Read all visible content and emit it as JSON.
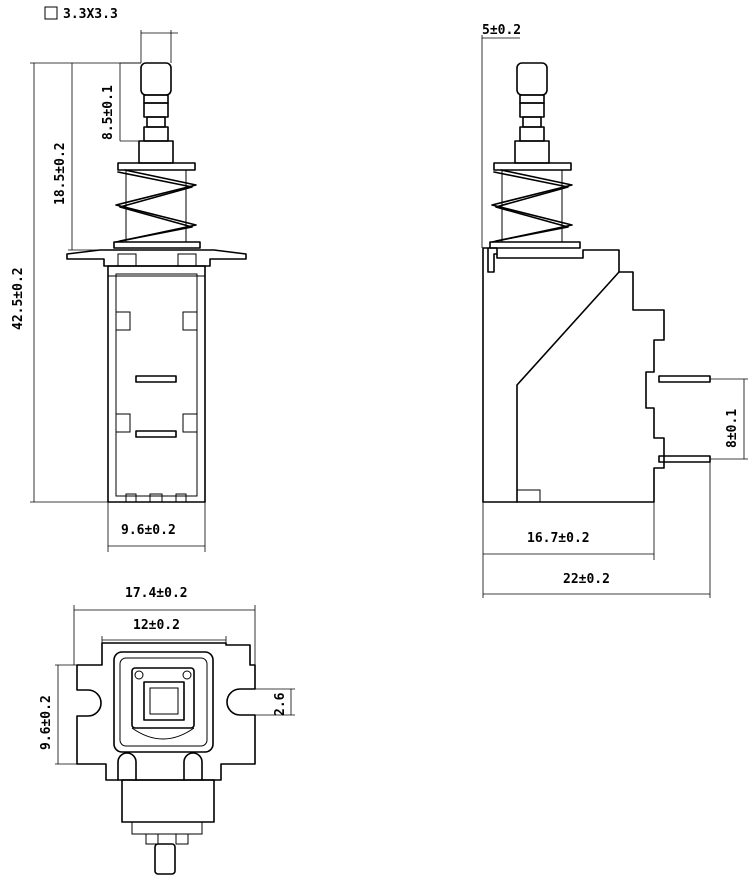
{
  "labels": {
    "pin_square": "3.3X3.3",
    "front_stroke": "8.5±0.1",
    "front_plunger": "18.5±0.2",
    "front_total": "42.5±0.2",
    "front_width": "9.6±0.2",
    "side_plunger": "5±0.2",
    "side_pin_pitch": "8±0.1",
    "side_body": "16.7±0.2",
    "side_total": "22±0.2",
    "bottom_total": "17.4±0.2",
    "bottom_inner": "12±0.2",
    "bottom_depth": "9.6±0.2",
    "bottom_slot": "2.6"
  }
}
